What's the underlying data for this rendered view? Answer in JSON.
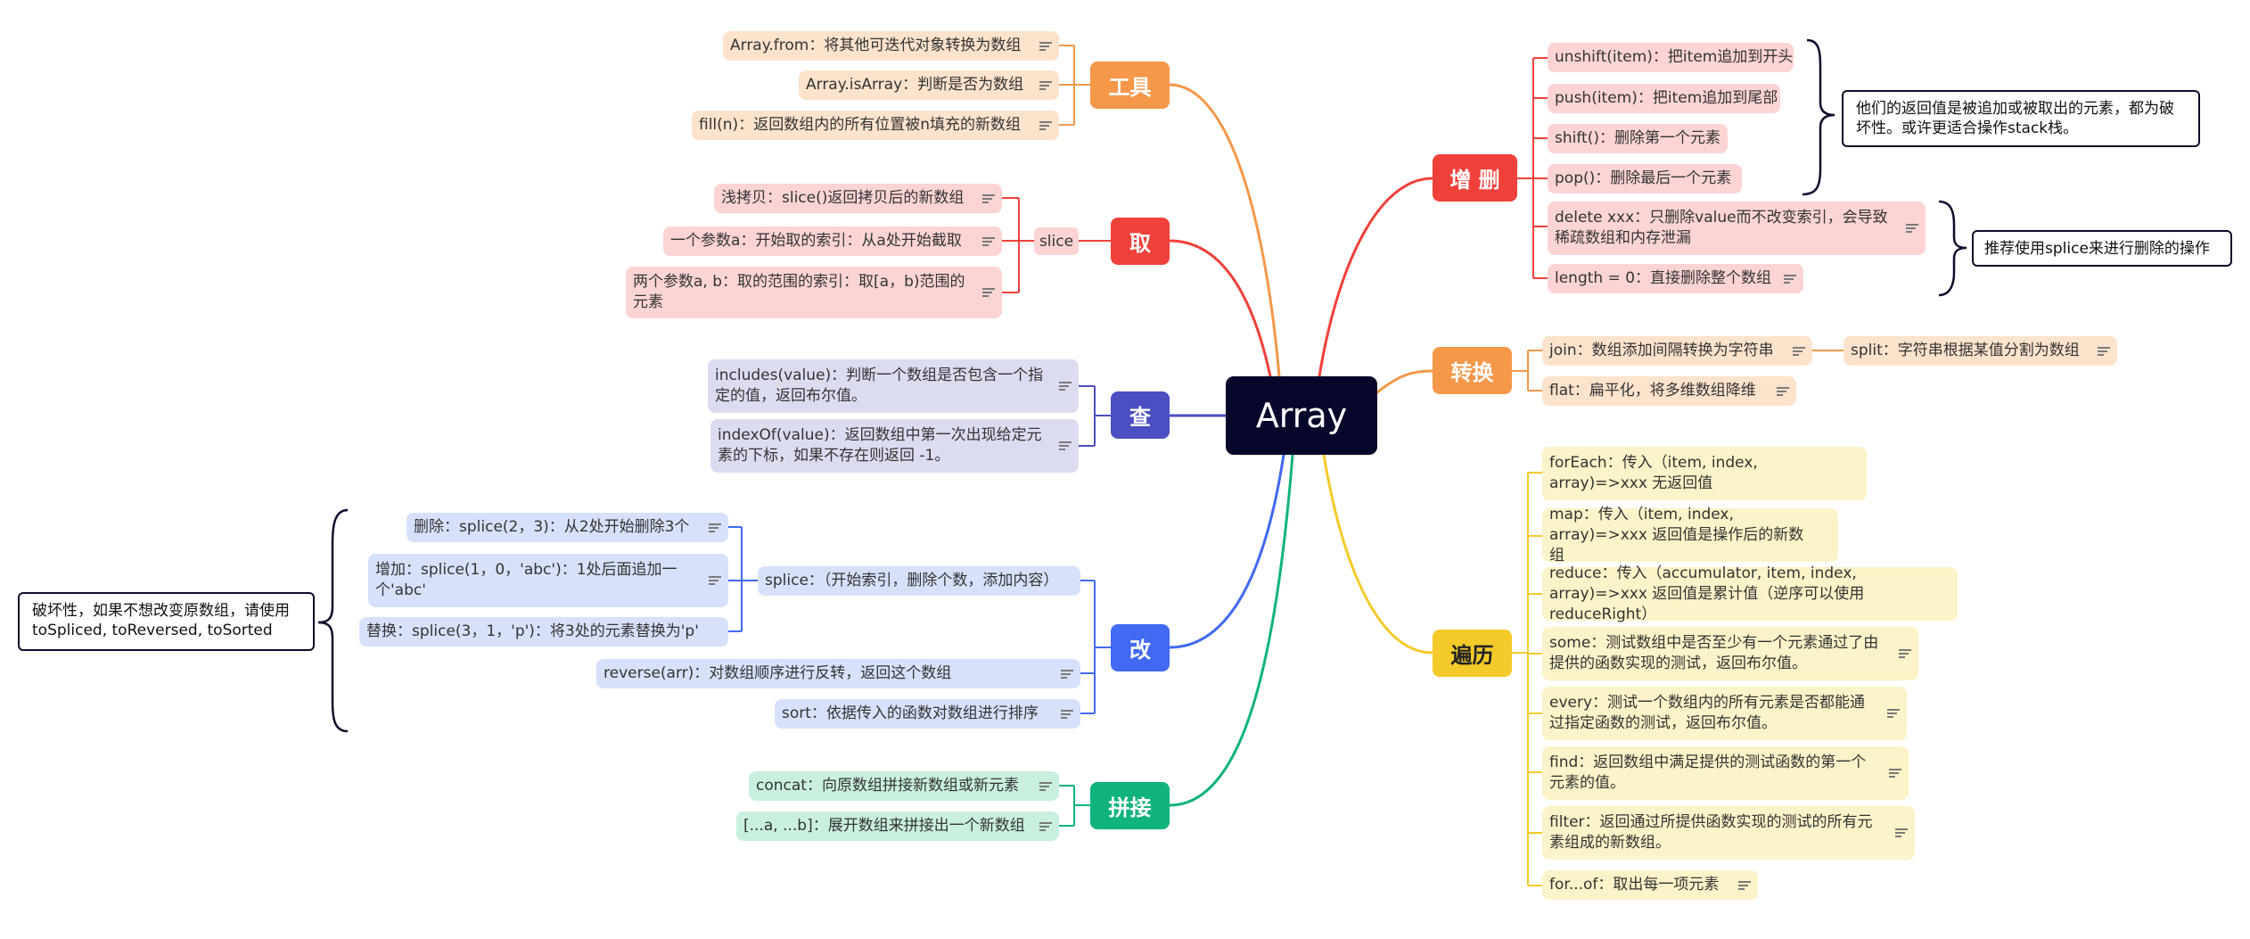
{
  "root": "Array",
  "colors": {
    "root": "#07072b",
    "red": "#f0403a",
    "orange": "#f6984a",
    "purple": "#4b4fc1",
    "blue": "#4169f1",
    "green": "#10b47a",
    "yellow": "#f4ca2a"
  },
  "branches": {
    "tools": {
      "label": "工具",
      "items": [
        "Array.from：将其他可迭代对象转换为数组",
        "Array.isArray：判断是否为数组",
        "fill(n)：返回数组内的所有位置被n填充的新数组"
      ]
    },
    "take": {
      "label": "取",
      "sub": "slice",
      "items": [
        "浅拷贝：slice()返回拷贝后的新数组",
        "一个参数a：开始取的索引：从a处开始截取",
        "两个参数a, b：取的范围的索引：取[a，b)范围的元素"
      ]
    },
    "search": {
      "label": "查",
      "items": [
        "includes(value)：判断一个数组是否包含一个指定的值，返回布尔值。",
        "indexOf(value)：返回数组中第一次出现给定元素的下标，如果不存在则返回 -1。"
      ]
    },
    "modify": {
      "label": "改",
      "splice_label": "splice：（开始索引，删除个数，添加内容）",
      "splice_items": [
        "删除：splice(2，3)：从2处开始删除3个",
        "增加：splice(1，0，'abc')：1处后面追加一个'abc'",
        "替换：splice(3，1，'p')：将3处的元素替换为'p'"
      ],
      "items": [
        "reverse(arr)：对数组顺序进行反转，返回这个数组",
        "sort：依据传入的函数对数组进行排序"
      ],
      "callout": "破坏性，如果不想改变原数组，请使用toSpliced, toReversed, toSorted"
    },
    "concat": {
      "label": "拼接",
      "items": [
        "concat：向原数组拼接新数组或新元素",
        "[...a, ...b]：展开数组来拼接出一个新数组"
      ]
    },
    "addremove": {
      "label": "增 删",
      "items": [
        "unshift(item)：把item追加到开头",
        "push(item)：把item追加到尾部",
        "shift()：删除第一个元素",
        "pop()：删除最后一个元素",
        "delete xxx：只删除value而不改变索引，会导致稀疏数组和内存泄漏",
        "length = 0：直接删除整个数组"
      ],
      "callout1": "他们的返回值是被追加或被取出的元素，都为破坏性。或许更适合操作stack栈。",
      "callout2": "推荐使用splice来进行删除的操作"
    },
    "convert": {
      "label": "转换",
      "items": [
        "join：数组添加间隔转换为字符串",
        "flat：扁平化，将多维数组降维"
      ],
      "join_child": "split：字符串根据某值分割为数组"
    },
    "iterate": {
      "label": "遍历",
      "items": [
        "forEach：传入（item, index, array)=>xxx 无返回值",
        "map：传入（item, index, array)=>xxx 返回值是操作后的新数组",
        "reduce：传入（accumulator, item, index, array)=>xxx 返回值是累计值（逆序可以使用reduceRight）",
        "some：测试数组中是否至少有一个元素通过了由提供的函数实现的测试，返回布尔值。",
        "every：测试一个数组内的所有元素是否都能通过指定函数的测试，返回布尔值。",
        "find：返回数组中满足提供的测试函数的第一个元素的值。",
        "filter：返回通过所提供函数实现的测试的所有元素组成的新数组。",
        "for...of：取出每一项元素"
      ]
    }
  }
}
